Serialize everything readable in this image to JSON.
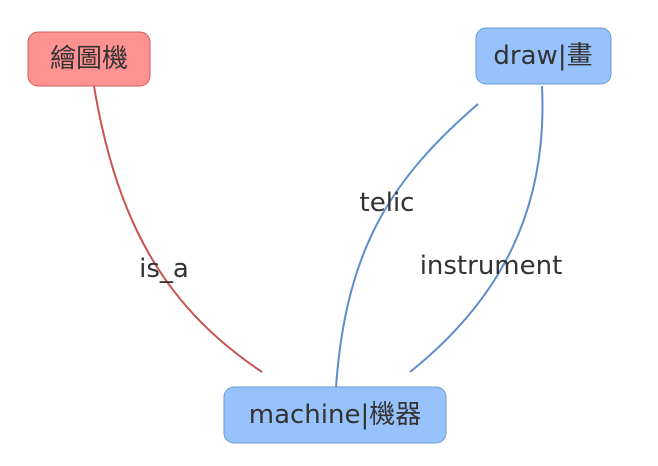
{
  "nodes": {
    "n1": {
      "label": "繪圖機",
      "color": "#fe9191",
      "stroke": "#cd6060"
    },
    "n2": {
      "label": "draw|畫",
      "color": "#98c2fc",
      "stroke": "#6a9ad6"
    },
    "n3": {
      "label": "machine|機器",
      "color": "#98c2fc",
      "stroke": "#6a9ad6"
    }
  },
  "edges": {
    "e1": {
      "label": "is_a",
      "color": "#c9544f"
    },
    "e2": {
      "label": "telic",
      "color": "#5e8ccc"
    },
    "e3": {
      "label": "instrument",
      "color": "#5e8ccc"
    }
  }
}
